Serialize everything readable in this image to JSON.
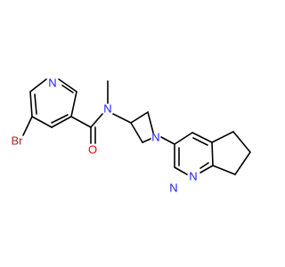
{
  "molecule": {
    "atoms": {
      "pyridine_n": {
        "text": "N",
        "color": "#1a1aff"
      },
      "bromine": {
        "text": "Br",
        "color": "#a52a2a"
      },
      "amide_o": {
        "text": "O",
        "color": "#ff0000"
      },
      "amide_n": {
        "text": "N",
        "color": "#1a1aff"
      },
      "azetidine_n": {
        "text": "N",
        "color": "#1a1aff"
      },
      "pyridazine_n1": {
        "text": "N",
        "color": "#1a1aff"
      },
      "pyridazine_n2": {
        "text": "N",
        "color": "#1a1aff"
      }
    },
    "bond_color": "#000000"
  }
}
